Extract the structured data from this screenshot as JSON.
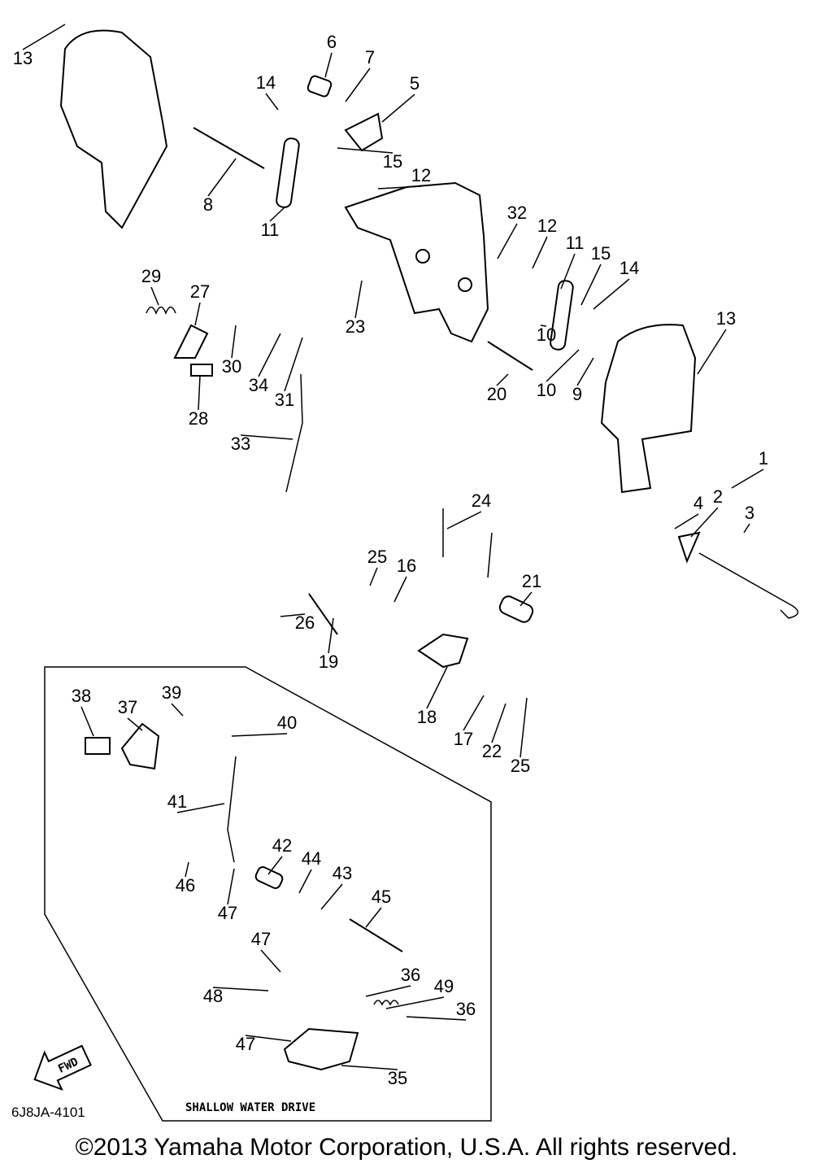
{
  "diagram": {
    "callouts": [
      "13",
      "6",
      "7",
      "5",
      "14",
      "15",
      "12",
      "8",
      "11",
      "32",
      "12",
      "11",
      "15",
      "14",
      "13",
      "29",
      "27",
      "23",
      "10",
      "10",
      "9",
      "20",
      "30",
      "34",
      "31",
      "28",
      "33",
      "1",
      "24",
      "4",
      "2",
      "3",
      "25",
      "16",
      "21",
      "26",
      "19",
      "18",
      "17",
      "22",
      "25",
      "38",
      "37",
      "39",
      "40",
      "41",
      "42",
      "44",
      "43",
      "45",
      "46",
      "47",
      "47",
      "36",
      "49",
      "36",
      "48",
      "47",
      "35"
    ],
    "inset_title": "SHALLOW WATER DRIVE",
    "direction_label": "FWD",
    "drawing_code": "6J8JA-4101"
  },
  "footer": {
    "copyright": "©2013 Yamaha Motor Corporation, U.S.A. All rights reserved."
  }
}
